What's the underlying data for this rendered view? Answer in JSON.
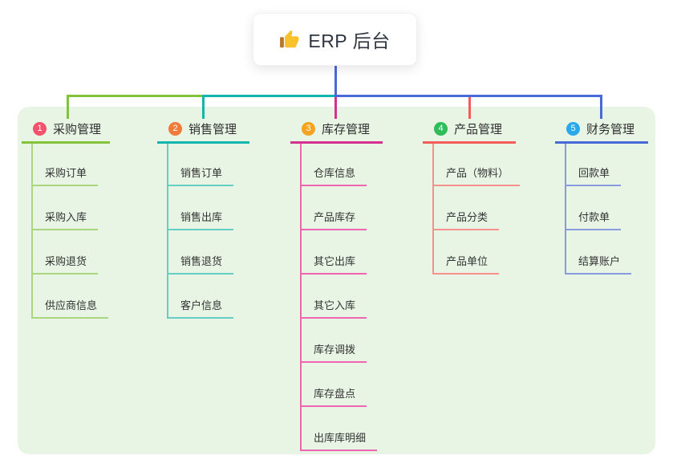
{
  "root": {
    "label": "ERP 后台",
    "icon": "thumbs-up-icon"
  },
  "colors": {
    "panel_bg": "#e8f5e5",
    "root_line": "#4a69d8",
    "b1_badge": "#f4516c",
    "b1_line": "#82c33a",
    "b1_child": "#a9d67f",
    "b2_badge": "#f07b3a",
    "b2_line": "#10b5ac",
    "b2_child": "#66cfc5",
    "b3_badge": "#f6a41f",
    "b3_line": "#d6308f",
    "b3_child": "#ee66b2",
    "b4_badge": "#2ebd59",
    "b4_line": "#f65b5b",
    "b4_child": "#f8918d",
    "b5_badge": "#29a9ea",
    "b5_line": "#4a69d8",
    "b5_child": "#8a9ade",
    "thumb_hand": "#f9c22b",
    "thumb_cuff": "#b5762a"
  },
  "branches": [
    {
      "badge": "1",
      "label": "采购管理",
      "children": [
        "采购订单",
        "采购入库",
        "采购退货",
        "供应商信息"
      ]
    },
    {
      "badge": "2",
      "label": "销售管理",
      "children": [
        "销售订单",
        "销售出库",
        "销售退货",
        "客户信息"
      ]
    },
    {
      "badge": "3",
      "label": "库存管理",
      "children": [
        "仓库信息",
        "产品库存",
        "其它出库",
        "其它入库",
        "库存调拨",
        "库存盘点",
        "出库库明细"
      ]
    },
    {
      "badge": "4",
      "label": "产品管理",
      "children": [
        "产品（物料）",
        "产品分类",
        "产品单位"
      ]
    },
    {
      "badge": "5",
      "label": "财务管理",
      "children": [
        "回款单",
        "付款单",
        "结算账户"
      ]
    }
  ]
}
